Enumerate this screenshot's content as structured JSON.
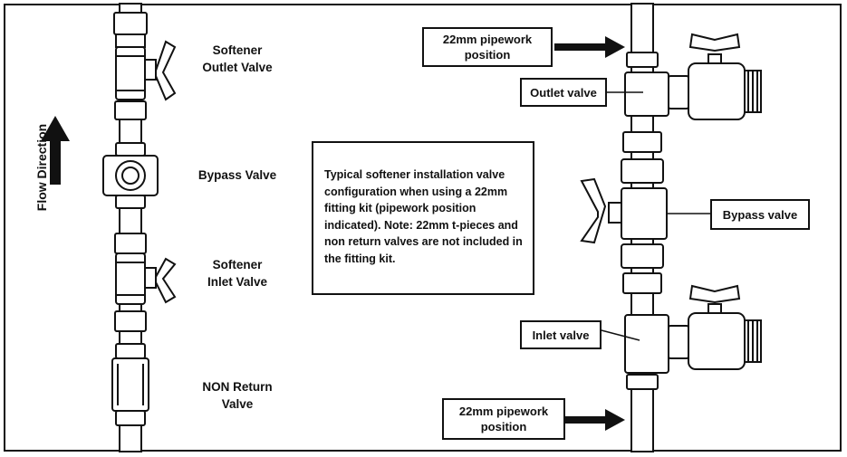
{
  "left_labels": {
    "softener_outlet_valve": [
      "Softener",
      "Outlet Valve"
    ],
    "bypass_valve": "Bypass Valve",
    "softener_inlet_valve": [
      "Softener",
      "Inlet Valve"
    ],
    "non_return_valve": [
      "NON Return",
      "Valve"
    ]
  },
  "flow_direction": "Flow Direction",
  "note": "Typical softener installation valve configuration when using a 22mm fitting kit (pipework position indicated). Note: 22mm  t-pieces and non return valves are not included in the fitting kit.",
  "right_labels": {
    "pipework_top": [
      "22mm pipework",
      "position"
    ],
    "outlet_valve": "Outlet valve",
    "bypass_valve": "Bypass valve",
    "inlet_valve": "Inlet valve",
    "pipework_bottom": [
      "22mm pipework",
      "position"
    ]
  }
}
